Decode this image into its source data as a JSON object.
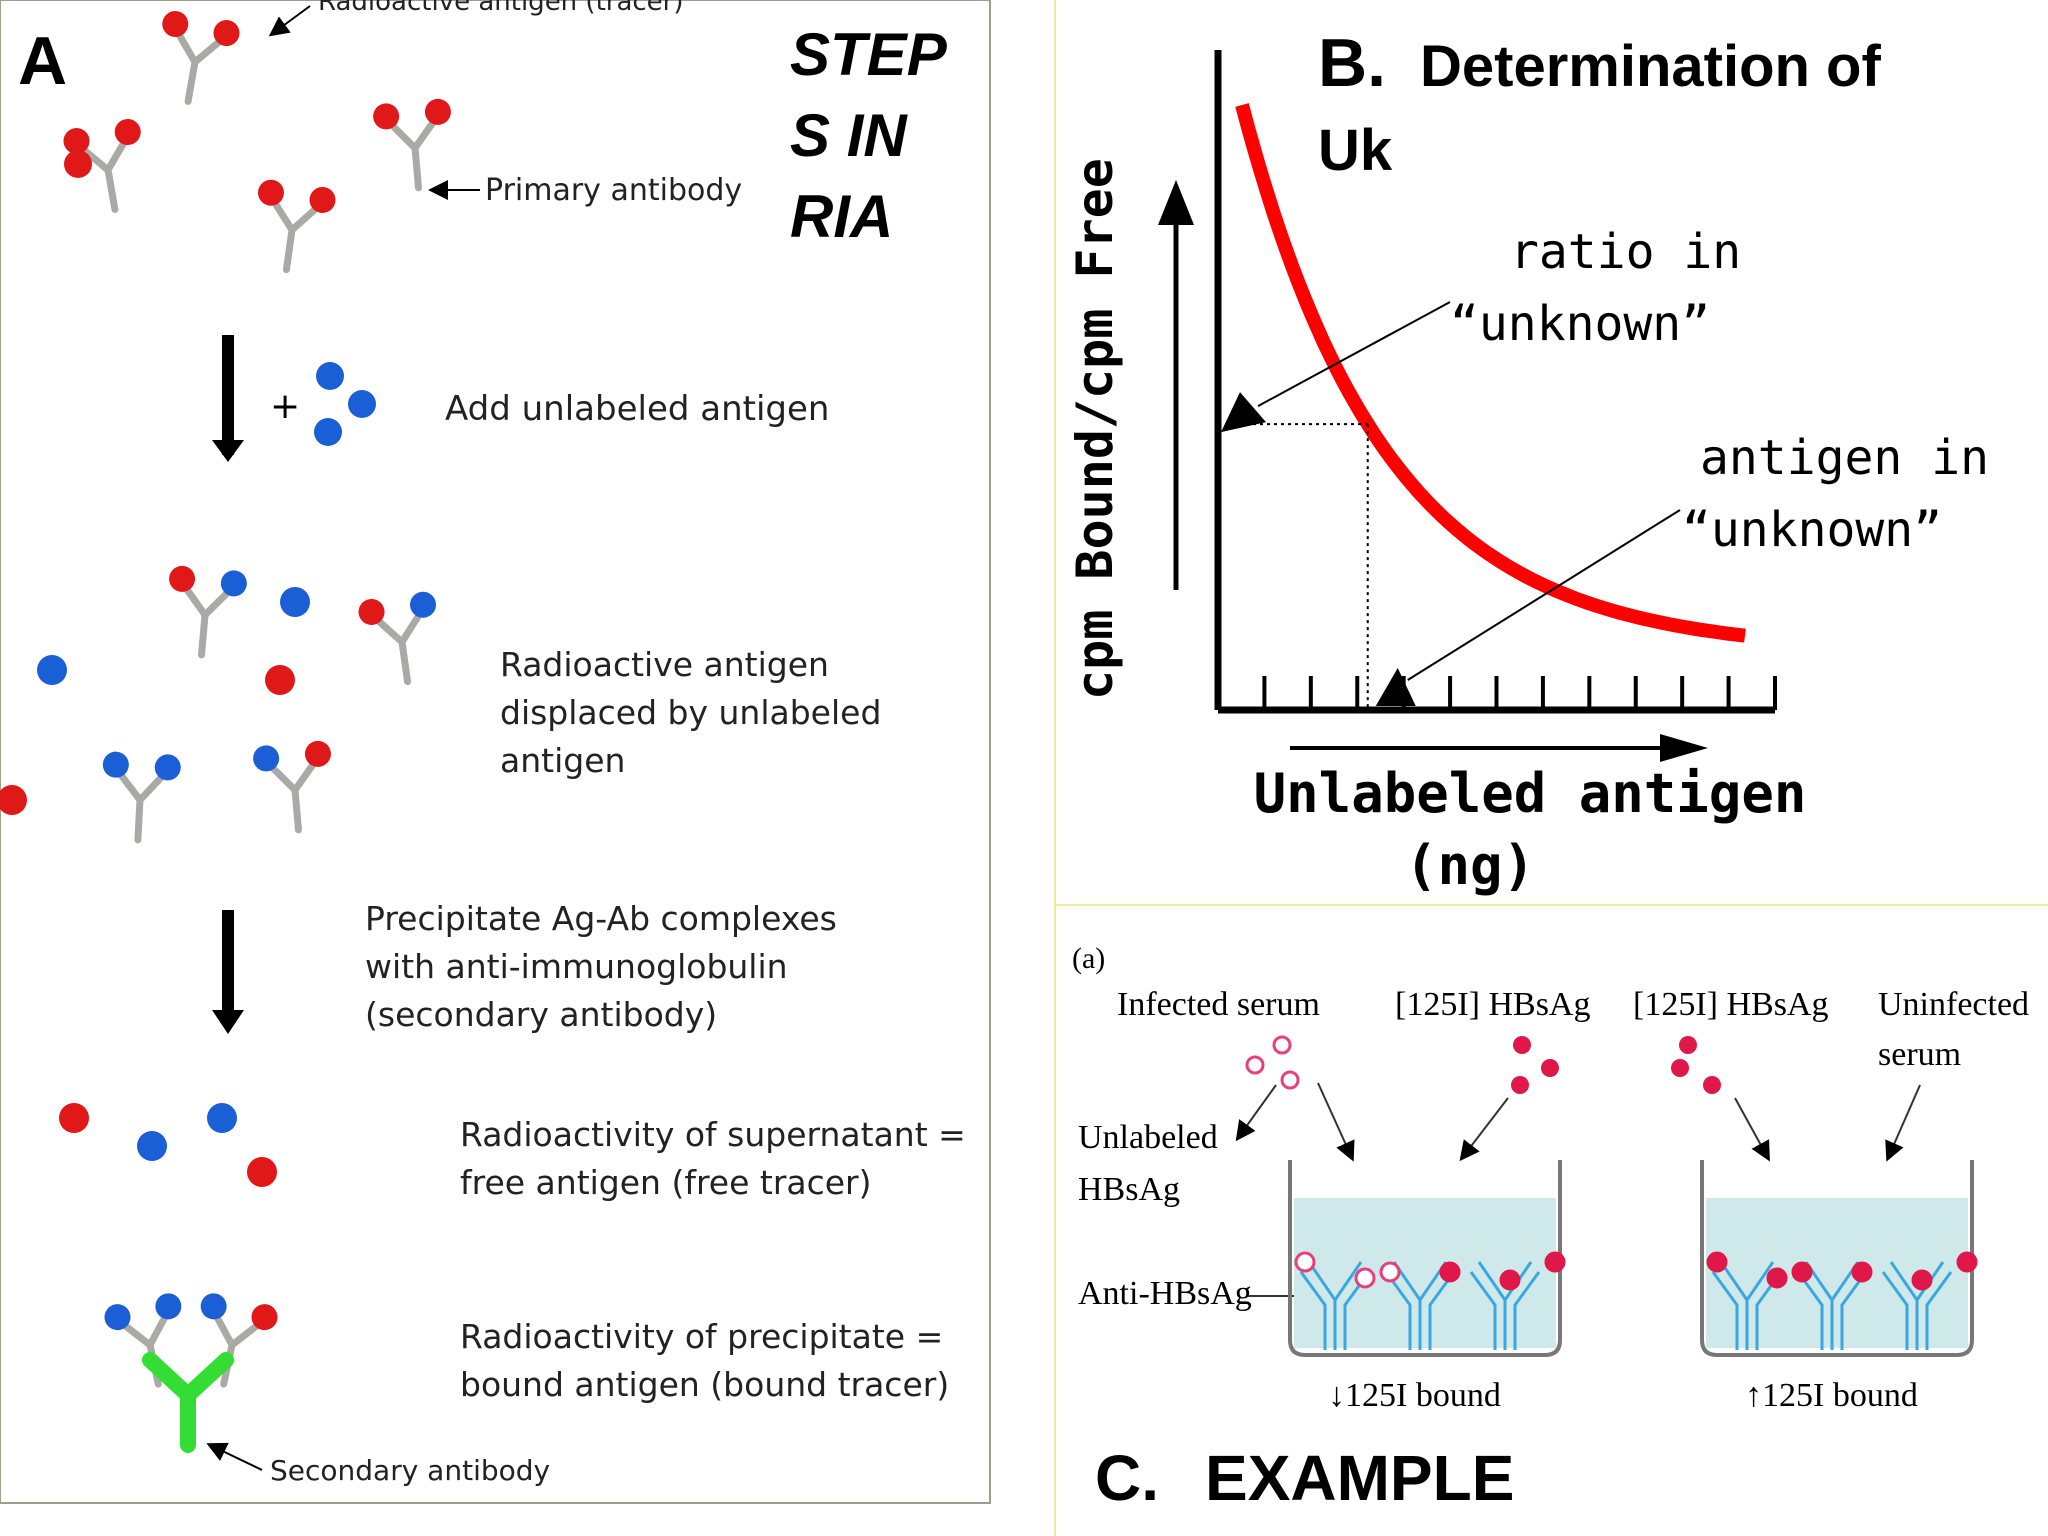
{
  "panel_a": {
    "letter": "A",
    "title_lines": [
      "STEP",
      "S IN",
      "RIA"
    ],
    "tracer_label": "Radioactive antigen (tracer)",
    "primary_label": "Primary antibody",
    "plus_sign": "+",
    "add_label": "Add unlabeled antigen",
    "displaced_lines": [
      "Radioactive antigen",
      "displaced by unlabeled",
      "antigen"
    ],
    "precipitate_lines": [
      "Precipitate Ag-Ab complexes",
      "with anti-immunoglobulin",
      "(secondary antibody)"
    ],
    "supernatant_lines": [
      "Radioactivity of supernatant =",
      "free antigen (free tracer)"
    ],
    "precipitate_bound_lines": [
      "Radioactivity of precipitate =",
      "bound antigen (bound tracer)"
    ],
    "secondary_label": "Secondary antibody"
  },
  "panel_b": {
    "letter": "B.",
    "title_lines": [
      "Determination of",
      "Uk"
    ],
    "ratio_lines": [
      "ratio in",
      "“unknown”"
    ],
    "antigen_lines": [
      "antigen in",
      "“unknown”"
    ]
  },
  "chart_data": {
    "type": "line",
    "ylabel": "cpm Bound/cpm Free",
    "xlabel_lines": [
      "Unlabeled antigen",
      "(ng)"
    ],
    "x_ticks": 12,
    "curve": "decreasing-exponential",
    "unknown_x_fraction": 0.25,
    "colors": {
      "curve": "#ff0000",
      "axes": "#000000"
    }
  },
  "panel_c": {
    "sub": "(a)",
    "letter": "C.",
    "title": "EXAMPLE",
    "infected_serum": "Infected serum",
    "hbsag_label": "[125I] HBsAg",
    "uninfected_lines": [
      "Uninfected",
      "serum"
    ],
    "unlabeled_lines": [
      "Unlabeled",
      "HBsAg"
    ],
    "anti_label": "Anti-HBsAg",
    "bound_down": "↓125I bound",
    "bound_up": "↑125I bound"
  },
  "colors": {
    "tracer": "#e01818",
    "unlabeled": "#1a5fd6",
    "secondary": "#33dd33",
    "pink": "#e8407a",
    "well_fluid": "#cfe8ea",
    "antibody_blue": "#3aa7e0",
    "border": "#9aa08a",
    "yellow_rule": "#f2ec9a"
  }
}
